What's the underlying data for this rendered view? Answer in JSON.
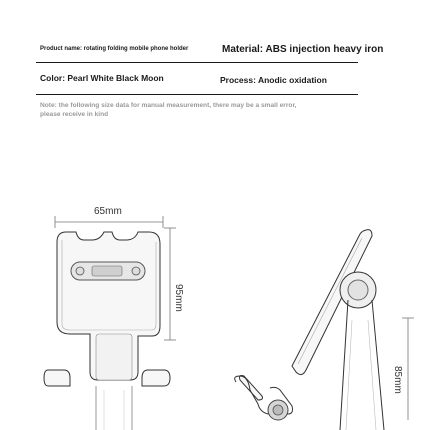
{
  "spec": {
    "product_name": "Product name: rotating folding mobile phone holder",
    "material": "Material: ABS injection heavy iron",
    "color": "Color: Pearl White Black Moon",
    "process": "Process: Anodic oxidation"
  },
  "note": {
    "line1": "Note: the following size data for manual measurement, there may be a small error,",
    "line2": "please receive in kind"
  },
  "dimensions": {
    "width": "65mm",
    "height": "95mm",
    "side_height": "85mm"
  }
}
